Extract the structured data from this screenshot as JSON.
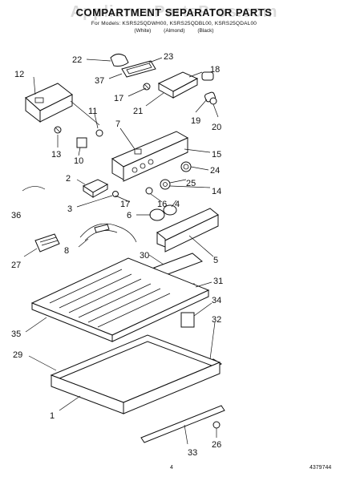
{
  "header": {
    "watermark": "AppliancePartsPros.com",
    "title": "COMPARTMENT SEPARATOR PARTS",
    "models": "For Models: KSRS25QDWH00, KSRS25QDBL00, KSRS25QDAL00",
    "colors": [
      "(White)",
      "(Almond)",
      "(Black)"
    ]
  },
  "callouts": [
    "22",
    "23",
    "37",
    "18",
    "12",
    "17",
    "21",
    "19",
    "20",
    "11",
    "7",
    "15",
    "13",
    "10",
    "24",
    "25",
    "2",
    "14",
    "36",
    "3",
    "17",
    "16",
    "4",
    "6",
    "27",
    "8",
    "5",
    "30",
    "31",
    "35",
    "34",
    "32",
    "29",
    "1",
    "33",
    "26"
  ],
  "footer": {
    "page": "4",
    "code": "4379744"
  }
}
